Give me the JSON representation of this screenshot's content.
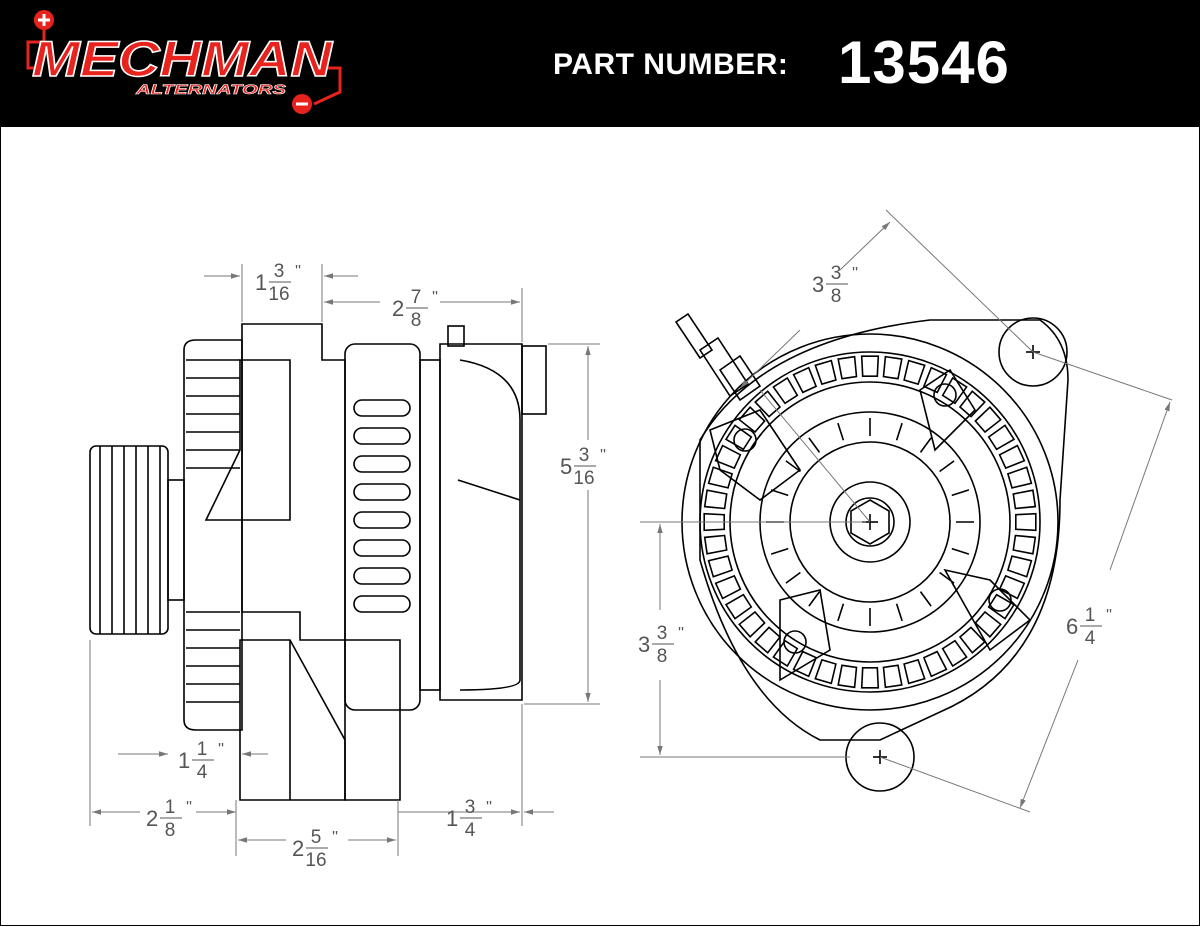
{
  "brand": {
    "logo_main": "MECHMAN",
    "logo_sub": "ALTERNATORS",
    "colors": {
      "red": "#e8231e",
      "black": "#000000",
      "white": "#ffffff"
    }
  },
  "header": {
    "part_label": "PART NUMBER:",
    "part_number": "13546"
  },
  "dimensions": {
    "d1": {
      "whole": "1",
      "num": "3",
      "den": "16",
      "unit": "''"
    },
    "d2": {
      "whole": "2",
      "num": "7",
      "den": "8",
      "unit": "''"
    },
    "d3": {
      "whole": "5",
      "num": "3",
      "den": "16",
      "unit": "''"
    },
    "d4": {
      "whole": "1",
      "num": "1",
      "den": "4",
      "unit": "''"
    },
    "d5": {
      "whole": "2",
      "num": "1",
      "den": "8",
      "unit": "''"
    },
    "d6": {
      "whole": "2",
      "num": "5",
      "den": "16",
      "unit": "''"
    },
    "d7": {
      "whole": "1",
      "num": "3",
      "den": "4",
      "unit": "''"
    },
    "d8": {
      "whole": "3",
      "num": "3",
      "den": "8",
      "unit": "''"
    },
    "d9": {
      "whole": "3",
      "num": "3",
      "den": "8",
      "unit": "''"
    },
    "d10": {
      "whole": "6",
      "num": "1",
      "den": "4",
      "unit": "''"
    }
  },
  "icons": [
    "plus-icon",
    "minus-icon"
  ]
}
